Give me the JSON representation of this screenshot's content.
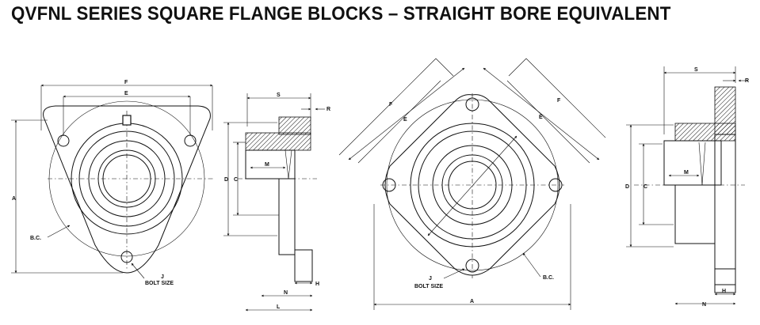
{
  "title": "QVFNL SERIES SQUARE FLANGE BLOCKS – STRAIGHT BORE EQUIVALENT",
  "drawings": {
    "triangular_front": {
      "dim_f": "F",
      "dim_e": "E",
      "dim_a": "A",
      "bc": "B.C.",
      "j": "J",
      "bolt_size": "BOLT SIZE"
    },
    "triangular_side": {
      "dim_s": "S",
      "dim_r": "R",
      "dim_d": "D",
      "dim_c": "C",
      "dim_m": "M",
      "dim_h": "H",
      "dim_n": "N",
      "dim_l": "L"
    },
    "square_front": {
      "dim_f_left": "F",
      "dim_e_left": "E",
      "dim_f_right": "F",
      "dim_e_right": "E",
      "j": "J",
      "bolt_size": "BOLT SIZE",
      "bc": "B.C.",
      "dim_a": "A"
    },
    "square_side": {
      "dim_s": "S",
      "dim_r": "R",
      "dim_d": "D",
      "dim_c": "C",
      "dim_m": "M",
      "dim_h": "H",
      "dim_n": "N"
    }
  }
}
